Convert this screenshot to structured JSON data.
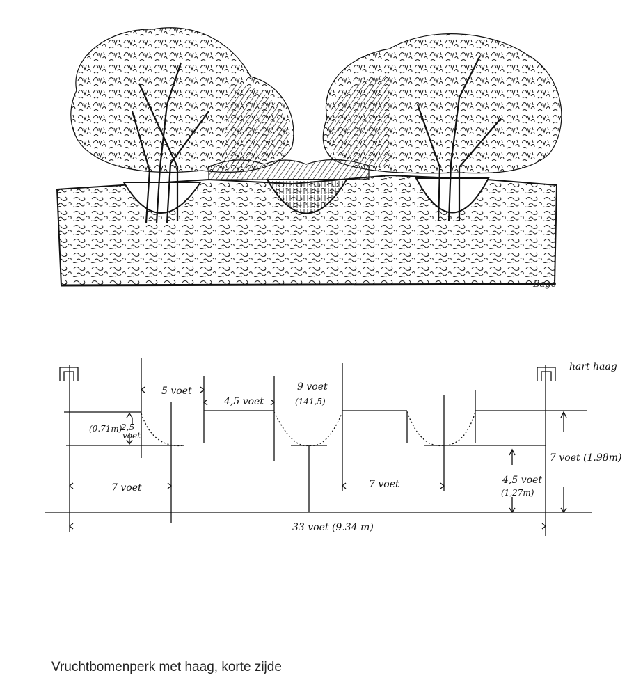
{
  "caption": "Vruchtbomenperk met haag, korte zijde",
  "sketch": {
    "signature": "Bago"
  },
  "dimensions": {
    "hart_haag": "hart haag",
    "left_ditch_width": "5 voet",
    "gap_width": "4,5 voet",
    "center_ditch_width": "9 voet",
    "center_ditch_sub": "(141,5)",
    "ditch_depth_metric": "(0.71m)",
    "ditch_depth": "2,5",
    "ditch_depth_unit": "voet",
    "left_span": "7 voet",
    "center_span": "7 voet",
    "right_height": "7 voet (1.98m)",
    "right_inner_height": "4,5 voet",
    "right_inner_height_metric": "(1,27m)",
    "total_width": "33 voet (9.34 m)"
  }
}
